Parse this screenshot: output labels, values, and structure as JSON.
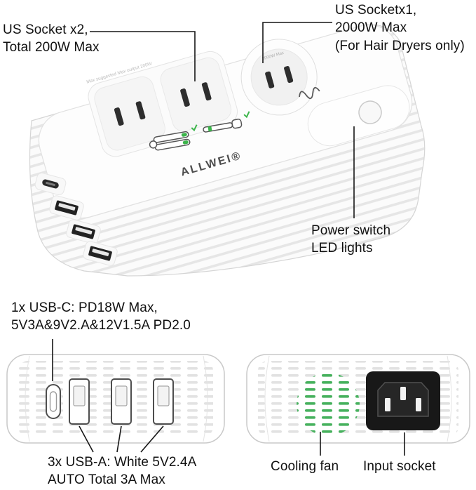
{
  "callouts": {
    "socket_x2": "US Socket x2,\nTotal 200W Max",
    "socket_x1": "US Socketx1,\n2000W Max\n(For Hair Dryers only)",
    "power_switch": "Power switch\nLED lights",
    "usb_c": "1x USB-C: PD18W Max,\n5V3A&9V2.A&12V1.5A PD2.0",
    "usb_a": "3x USB-A: White 5V2.4A\nAUTO Total 3A Max",
    "cooling_fan": "Cooling fan",
    "input_socket": "Input socket"
  },
  "device": {
    "brand": "ALLWEI®",
    "top_plate_small_text": "Max suggested Max output 200W",
    "hair_socket_small_text": "2000W Max"
  },
  "colors": {
    "accent_green": "#3cb54b",
    "callout_line": "#161616",
    "port_dark": "#2e2e2e",
    "vent_gray": "#e2e2e2"
  },
  "icons": [
    "flat-iron-icon",
    "curling-iron-icon",
    "hair-dryer-icon",
    "power-button",
    "usb-c-port",
    "usb-a-port",
    "cooling-fan-vents",
    "input-socket-inlet"
  ]
}
